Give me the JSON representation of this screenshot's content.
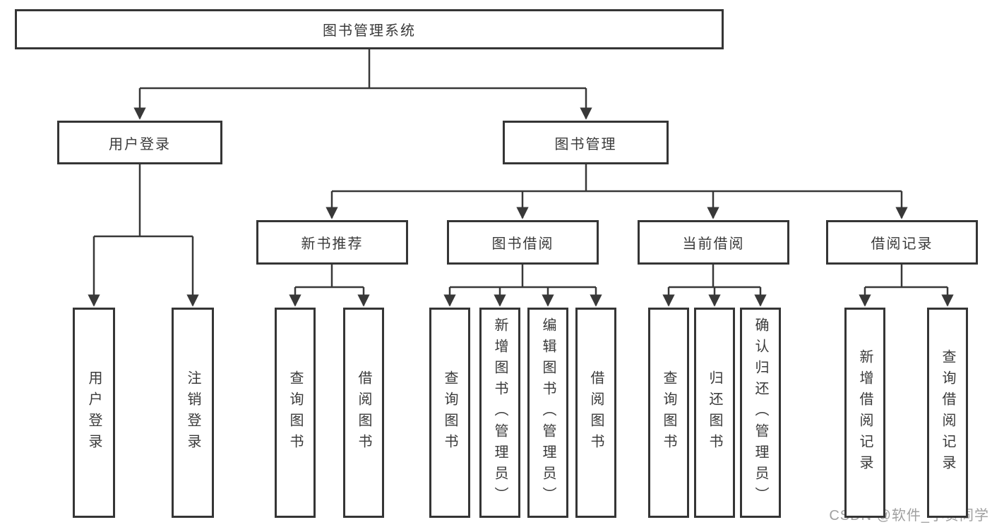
{
  "tree": {
    "label": "图书管理系统",
    "children": [
      {
        "label": "用户登录",
        "children": [
          {
            "label": "用户登录"
          },
          {
            "label": "注销登录"
          }
        ]
      },
      {
        "label": "图书管理",
        "children": [
          {
            "label": "新书推荐",
            "children": [
              {
                "label": "查询图书"
              },
              {
                "label": "借阅图书"
              }
            ]
          },
          {
            "label": "图书借阅",
            "children": [
              {
                "label": "查询图书"
              },
              {
                "label": "新增图书（管理员）"
              },
              {
                "label": "编辑图书（管理员）"
              },
              {
                "label": "借阅图书"
              }
            ]
          },
          {
            "label": "当前借阅",
            "children": [
              {
                "label": "查询图书"
              },
              {
                "label": "归还图书"
              },
              {
                "label": "确认归还（管理员）"
              }
            ]
          },
          {
            "label": "借阅记录",
            "children": [
              {
                "label": "新增借阅记录"
              },
              {
                "label": "查询借阅记录"
              }
            ]
          }
        ]
      }
    ]
  },
  "watermark": {
    "text": "CSDN @软件_小贺同学"
  },
  "colors": {
    "line_color": "#383838",
    "border_color": "#353535",
    "text_color": "#3a3a3a",
    "watermark_color": "#a0a0a0",
    "bg_color": "#ffffff"
  }
}
